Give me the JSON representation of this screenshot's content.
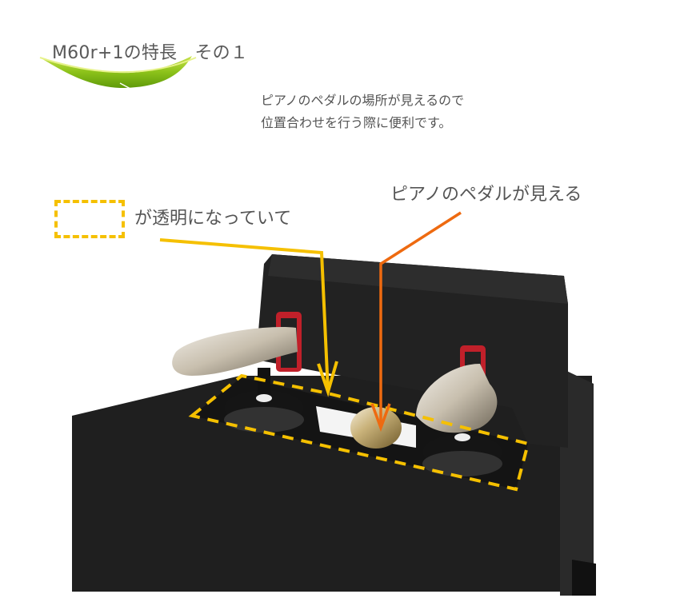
{
  "heading": {
    "title": "M60r+1の特長　その１",
    "icon": "leaf-feather-icon"
  },
  "description": {
    "line1": "ピアノのペダルの場所が見えるので",
    "line2": "位置合わせを行う際に便利です。"
  },
  "callouts": {
    "transparent_label": "が透明になっていて",
    "pedal_visible_label": "ピアノのペダルが見える"
  },
  "colors": {
    "yellow_accent": "#f5c000",
    "orange_accent": "#ee6a10",
    "text": "#555555",
    "leaf_green": "#8cc21a",
    "product_black": "#1e1e1e"
  }
}
